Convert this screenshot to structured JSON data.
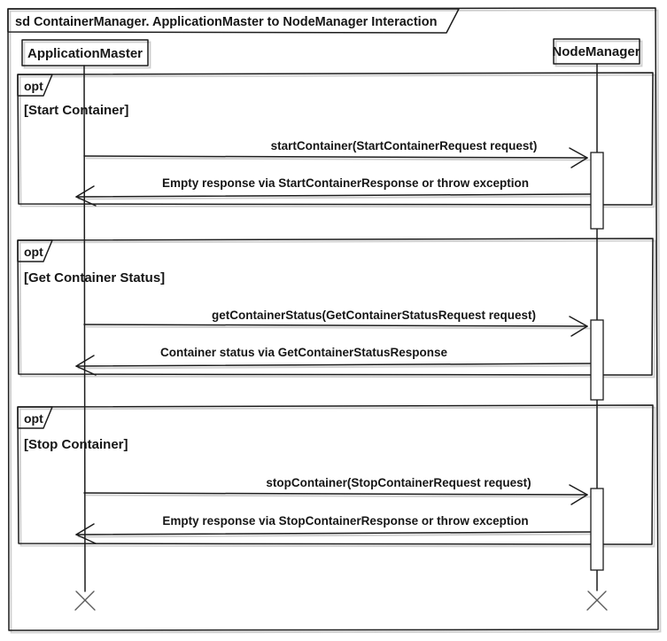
{
  "style": {
    "ink_color": "#1c1c1c",
    "sketch_echo_color": "#a8a8a8",
    "background_color": "#ffffff"
  },
  "diagram": {
    "title": "sd ContainerManager. ApplicationMaster to NodeManager Interaction",
    "lifelines": [
      {
        "name": "ApplicationMaster"
      },
      {
        "name": "NodeManager"
      }
    ],
    "fragments": [
      {
        "operator": "opt",
        "guard": "[Start Container]",
        "messages": [
          {
            "label": "startContainer(StartContainerRequest request)",
            "direction": "right"
          },
          {
            "label": "Empty response via StartContainerResponse or throw exception",
            "direction": "left"
          }
        ]
      },
      {
        "operator": "opt",
        "guard": "[Get Container Status]",
        "messages": [
          {
            "label": "getContainerStatus(GetContainerStatusRequest request)",
            "direction": "right"
          },
          {
            "label": "Container status via GetContainerStatusResponse",
            "direction": "left"
          }
        ]
      },
      {
        "operator": "opt",
        "guard": "[Stop Container]",
        "messages": [
          {
            "label": "stopContainer(StopContainerRequest request)",
            "direction": "right"
          },
          {
            "label": "Empty response via StopContainerResponse or throw exception",
            "direction": "left"
          }
        ]
      }
    ]
  }
}
